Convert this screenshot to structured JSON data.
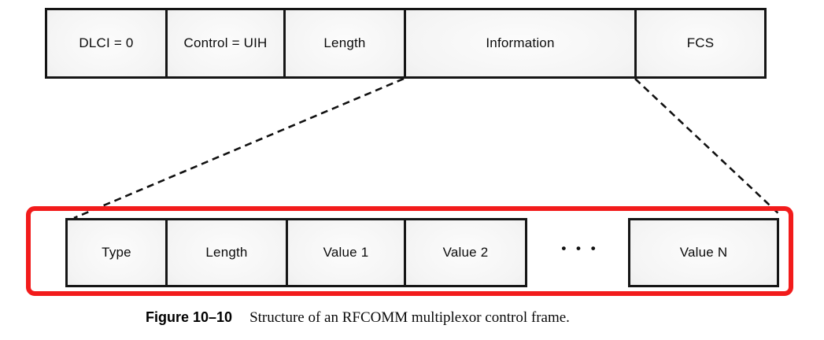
{
  "figure": {
    "top_row": {
      "cells": [
        {
          "label": "DLCI = 0"
        },
        {
          "label": "Control = UIH"
        },
        {
          "label": "Length"
        },
        {
          "label": "Information"
        },
        {
          "label": "FCS"
        }
      ]
    },
    "bottom_row": {
      "cells": [
        {
          "label": "Type"
        },
        {
          "label": "Length"
        },
        {
          "label": "Value 1"
        },
        {
          "label": "Value 2"
        },
        {
          "label": "Value N"
        }
      ],
      "ellipsis": "• • •"
    },
    "caption": {
      "label": "Figure 10–10",
      "text": "Structure of an RFCOMM multiplexor control frame."
    },
    "colors": {
      "highlight_red": "#f21b1b",
      "box_border": "#151515",
      "dashed_line": "#111111"
    }
  }
}
